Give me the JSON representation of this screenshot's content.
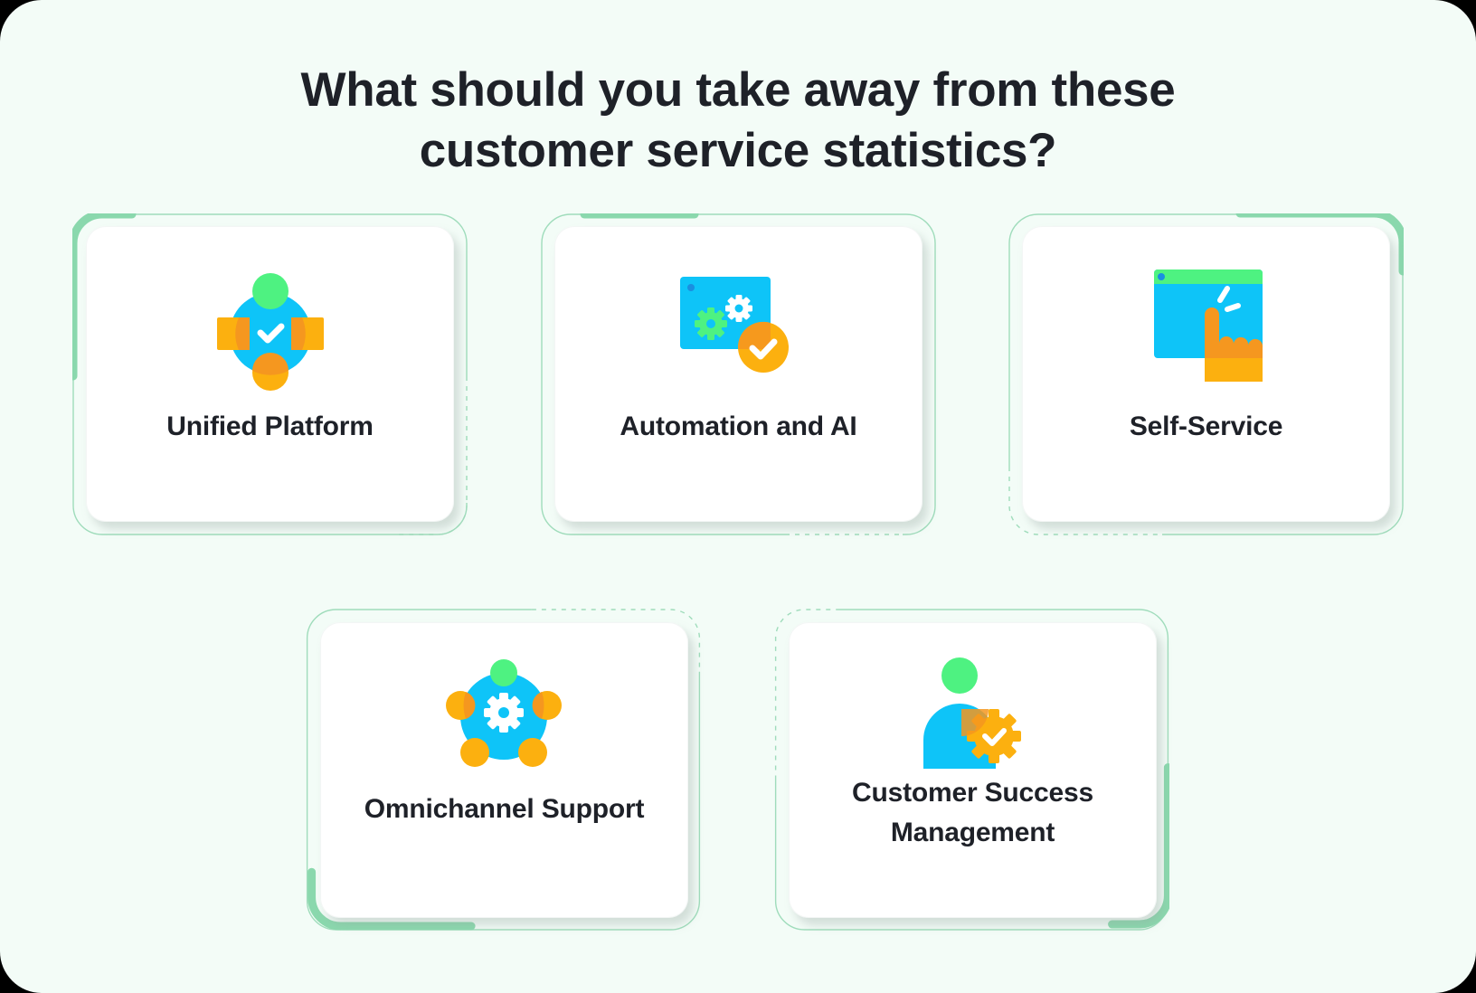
{
  "header": {
    "title_line1": "What should you take away from these",
    "title_line2": "customer service statistics?"
  },
  "cards": [
    {
      "id": "unified-platform",
      "label_line1": "Unified Platform",
      "label_line2": "",
      "icon": "unified-platform-icon"
    },
    {
      "id": "automation-ai",
      "label_line1": "Automation and AI",
      "label_line2": "",
      "icon": "automation-gears-icon"
    },
    {
      "id": "self-service",
      "label_line1": "Self-Service",
      "label_line2": "",
      "icon": "self-service-pointer-icon"
    },
    {
      "id": "omnichannel-support",
      "label_line1": "Omnichannel Support",
      "label_line2": "",
      "icon": "omnichannel-network-icon"
    },
    {
      "id": "customer-success",
      "label_line1": "Customer Success",
      "label_line2": "Management",
      "icon": "customer-success-icon"
    }
  ],
  "colors": {
    "background": "#f3fcf7",
    "frame_line": "#8ed6ad",
    "accent_green": "#8ad8ad",
    "title_text": "#1e2128",
    "icon_blue": "#0ec4f8",
    "icon_green": "#4ef281",
    "icon_orange": "#fcb00f",
    "icon_dark_orange": "#f5971f"
  }
}
